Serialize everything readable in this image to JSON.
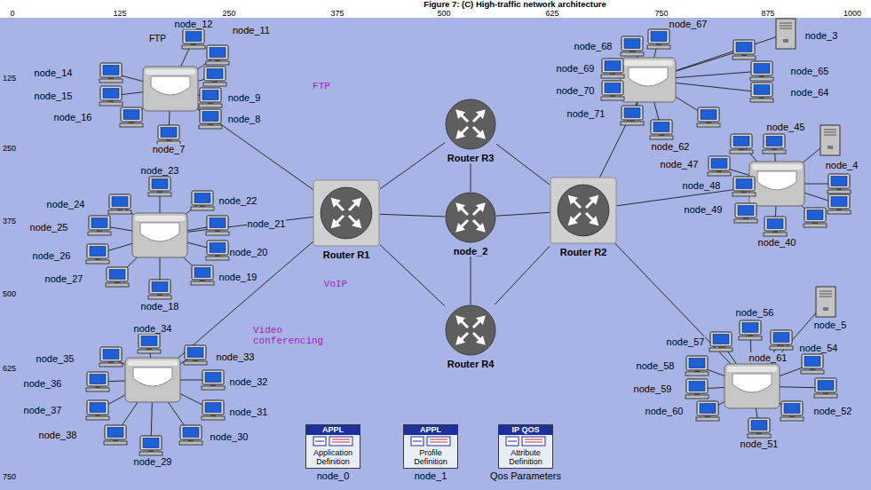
{
  "diagram": {
    "title": "Figure 7: (C) High-traffic network architecture",
    "nodes": [
      {
        "text": [
          "node_12"
        ]
      },
      {
        "text": [
          "node_11"
        ]
      },
      {
        "text": [
          "node_14"
        ]
      },
      {
        "text": [
          "node_15"
        ]
      },
      {
        "text": [
          "node_9"
        ]
      },
      {
        "text": [
          "node_16"
        ]
      },
      {
        "text": [
          "node_8"
        ]
      },
      {
        "text": [
          "node_7"
        ]
      },
      {
        "text": [
          "node_23"
        ]
      },
      {
        "text": [
          "node_22"
        ]
      },
      {
        "text": [
          "node_24"
        ]
      },
      {
        "text": [
          "node_21"
        ]
      },
      {
        "text": [
          "node_25"
        ]
      },
      {
        "text": [
          "node_20"
        ]
      },
      {
        "text": [
          "node_26"
        ]
      },
      {
        "text": [
          "node_19"
        ]
      },
      {
        "text": [
          "node_27"
        ]
      },
      {
        "text": [
          "node_18"
        ]
      },
      {
        "text": [
          "node_34"
        ]
      },
      {
        "text": [
          "node_35"
        ]
      },
      {
        "text": [
          "node_33"
        ]
      },
      {
        "text": [
          "node_36"
        ]
      },
      {
        "text": [
          "node_32"
        ]
      },
      {
        "text": [
          "node_37"
        ]
      },
      {
        "text": [
          "node_31"
        ]
      },
      {
        "text": [
          "node_38"
        ]
      },
      {
        "text": [
          "node_30"
        ]
      },
      {
        "text": [
          "node_29"
        ]
      },
      {
        "text": [
          "Router R1"
        ]
      },
      {
        "text": [
          "Router R3"
        ]
      },
      {
        "text": [
          "node_2"
        ]
      },
      {
        "text": [
          "Router R2"
        ]
      },
      {
        "text": [
          "Router R4"
        ]
      },
      {
        "text": [
          "node_67"
        ]
      },
      {
        "text": [
          "node_3"
        ]
      },
      {
        "text": [
          "node_68"
        ]
      },
      {
        "text": [
          "node_69"
        ]
      },
      {
        "text": [
          "node_65"
        ]
      },
      {
        "text": [
          "node_70"
        ]
      },
      {
        "text": [
          "node_64"
        ]
      },
      {
        "text": [
          "node_71"
        ]
      },
      {
        "text": [
          "node_62"
        ]
      },
      {
        "text": [
          "node_45"
        ]
      },
      {
        "text": [
          "node_4"
        ]
      },
      {
        "text": [
          "node_47"
        ]
      },
      {
        "text": [
          "node_48"
        ]
      },
      {
        "text": [
          "node_49"
        ]
      },
      {
        "text": [
          "node_40"
        ]
      },
      {
        "text": [
          "node_56"
        ]
      },
      {
        "text": [
          "node_5"
        ]
      },
      {
        "text": [
          "node_57"
        ]
      },
      {
        "text": [
          "node_54"
        ]
      },
      {
        "text": [
          "node_61"
        ]
      },
      {
        "text": [
          "node_58"
        ]
      },
      {
        "text": [
          "node_59"
        ]
      },
      {
        "text": [
          "node_60"
        ]
      },
      {
        "text": [
          "node_52"
        ]
      },
      {
        "text": [
          "node_51"
        ]
      },
      {
        "text": [
          "APPL",
          "Application Definition",
          "node_0"
        ]
      },
      {
        "text": [
          "APPL",
          "Profile Definition",
          "node_1"
        ]
      },
      {
        "text": [
          "IP QOS",
          "Attribute Definition",
          "Qos Parameters"
        ]
      }
    ],
    "edges": [
      {
        "from": 28,
        "to": 29,
        "arrow": "none"
      },
      {
        "from": 28,
        "to": 30,
        "arrow": "none"
      },
      {
        "from": 28,
        "to": 32,
        "arrow": "none"
      },
      {
        "from": 29,
        "to": 30,
        "arrow": "none"
      },
      {
        "from": 29,
        "to": 31,
        "arrow": "none"
      },
      {
        "from": 30,
        "to": 31,
        "arrow": "none"
      },
      {
        "from": 32,
        "to": 30,
        "arrow": "none"
      },
      {
        "from": 32,
        "to": 31,
        "arrow": "none"
      }
    ],
    "labels": [
      "0",
      "125",
      "250",
      "375",
      "500",
      "625",
      "750",
      "875",
      "1000",
      "125",
      "250",
      "375",
      "500",
      "625",
      "750",
      "FTP",
      "FTP",
      "VoIP",
      "Video conferencing"
    ]
  }
}
